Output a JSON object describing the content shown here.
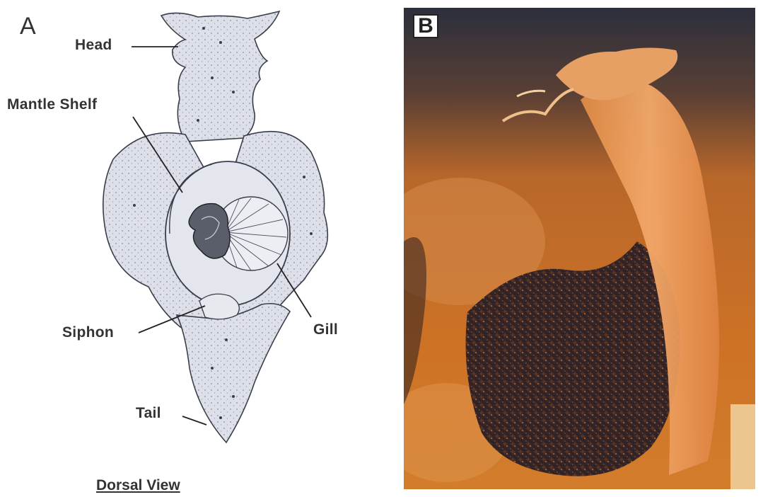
{
  "panel_a": {
    "letter": "A",
    "labels": {
      "head": "Head",
      "mantle_shelf": "Mantle Shelf",
      "siphon": "Siphon",
      "gill": "Gill",
      "tail": "Tail"
    },
    "caption": "Dorsal View"
  },
  "panel_b": {
    "letter": "B"
  },
  "colors": {
    "drawing_fill": "#d9dde6",
    "drawing_stroke": "#3a3d4a",
    "photo_background": "#c0611c",
    "photo_dark": "#2a2530"
  }
}
